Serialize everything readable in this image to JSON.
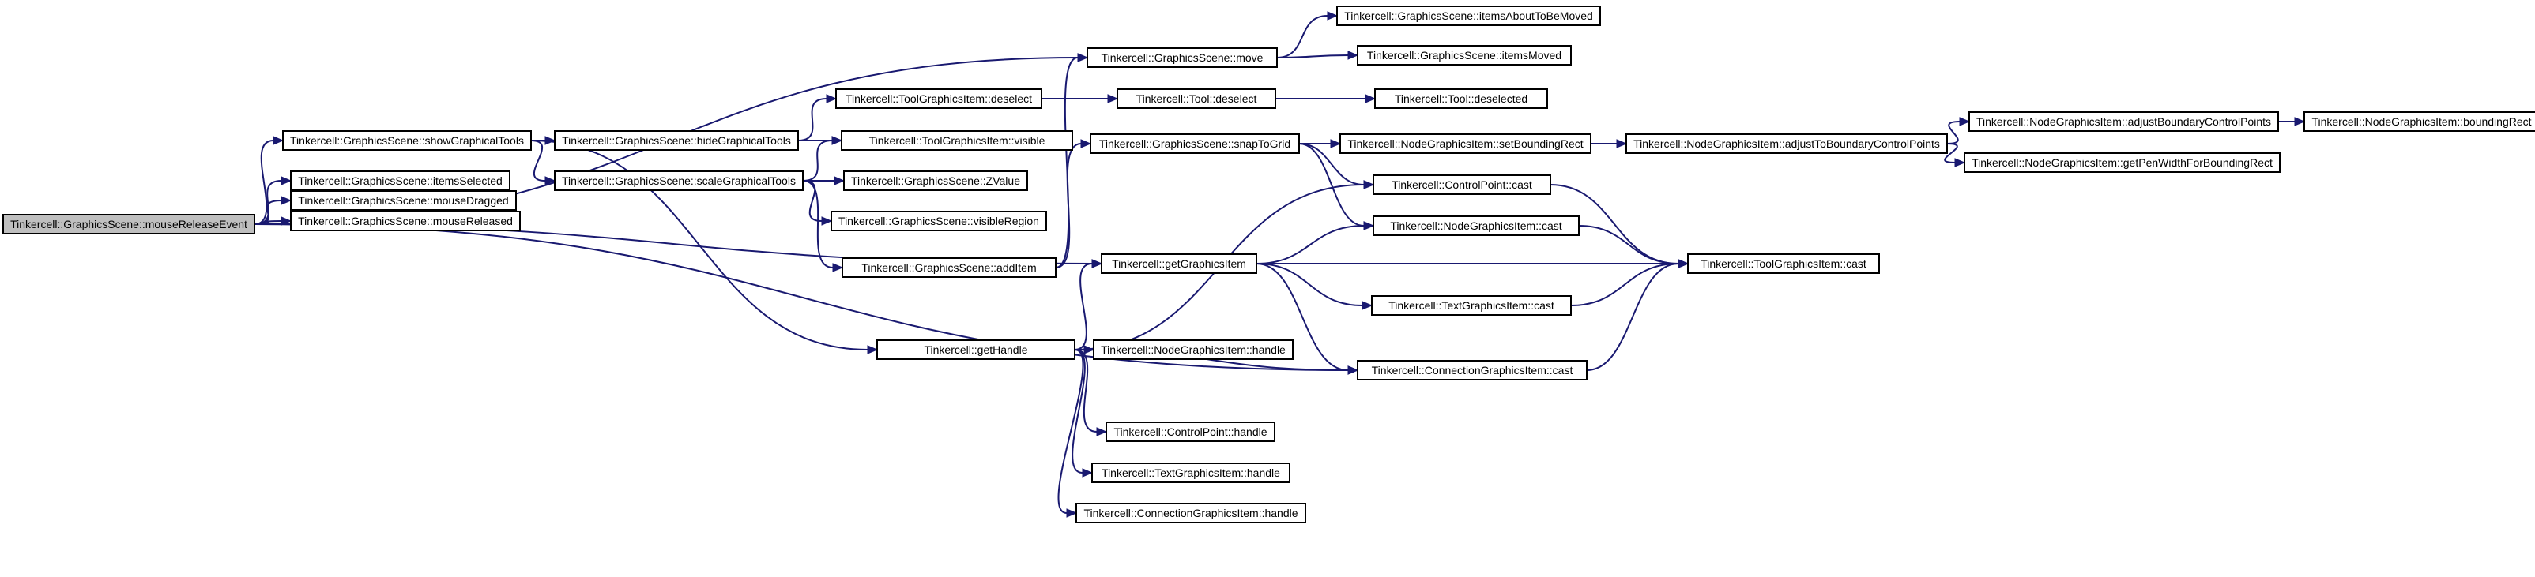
{
  "diagram": {
    "nodes": [
      {
        "id": "mre",
        "label": "Tinkercell::GraphicsScene::mouseReleaseEvent",
        "root": true
      },
      {
        "id": "sgt",
        "label": "Tinkercell::GraphicsScene::showGraphicalTools"
      },
      {
        "id": "its",
        "label": "Tinkercell::GraphicsScene::itemsSelected"
      },
      {
        "id": "mdr",
        "label": "Tinkercell::GraphicsScene::mouseDragged"
      },
      {
        "id": "mrl",
        "label": "Tinkercell::GraphicsScene::mouseReleased"
      },
      {
        "id": "hgt",
        "label": "Tinkercell::GraphicsScene::hideGraphicalTools"
      },
      {
        "id": "scg",
        "label": "Tinkercell::GraphicsScene::scaleGraphicalTools"
      },
      {
        "id": "tgd",
        "label": "Tinkercell::ToolGraphicsItem::deselect"
      },
      {
        "id": "tgv",
        "label": "Tinkercell::ToolGraphicsItem::visible"
      },
      {
        "id": "zv",
        "label": "Tinkercell::GraphicsScene::ZValue"
      },
      {
        "id": "vr",
        "label": "Tinkercell::GraphicsScene::visibleRegion"
      },
      {
        "id": "ai",
        "label": "Tinkercell::GraphicsScene::addItem"
      },
      {
        "id": "gh",
        "label": "Tinkercell::getHandle"
      },
      {
        "id": "mv",
        "label": "Tinkercell::GraphicsScene::move"
      },
      {
        "id": "iabm",
        "label": "Tinkercell::GraphicsScene::itemsAboutToBeMoved"
      },
      {
        "id": "im",
        "label": "Tinkercell::GraphicsScene::itemsMoved"
      },
      {
        "id": "td",
        "label": "Tinkercell::Tool::deselect"
      },
      {
        "id": "tdd",
        "label": "Tinkercell::Tool::deselected"
      },
      {
        "id": "stg",
        "label": "Tinkercell::GraphicsScene::snapToGrid"
      },
      {
        "id": "gi",
        "label": "Tinkercell::getGraphicsItem"
      },
      {
        "id": "ngh",
        "label": "Tinkercell::NodeGraphicsItem::handle"
      },
      {
        "id": "cph",
        "label": "Tinkercell::ControlPoint::handle"
      },
      {
        "id": "tgh",
        "label": "Tinkercell::TextGraphicsItem::handle"
      },
      {
        "id": "cgh",
        "label": "Tinkercell::ConnectionGraphicsItem::handle"
      },
      {
        "id": "sbr",
        "label": "Tinkercell::NodeGraphicsItem::setBoundingRect"
      },
      {
        "id": "cpc",
        "label": "Tinkercell::ControlPoint::cast"
      },
      {
        "id": "ngc",
        "label": "Tinkercell::NodeGraphicsItem::cast"
      },
      {
        "id": "tgc",
        "label": "Tinkercell::TextGraphicsItem::cast"
      },
      {
        "id": "cgc",
        "label": "Tinkercell::ConnectionGraphicsItem::cast"
      },
      {
        "id": "atb",
        "label": "Tinkercell::NodeGraphicsItem::adjustToBoundaryControlPoints"
      },
      {
        "id": "tic",
        "label": "Tinkercell::ToolGraphicsItem::cast"
      },
      {
        "id": "abc",
        "label": "Tinkercell::NodeGraphicsItem::adjustBoundaryControlPoints"
      },
      {
        "id": "gpw",
        "label": "Tinkercell::NodeGraphicsItem::getPenWidthForBoundingRect"
      },
      {
        "id": "br",
        "label": "Tinkercell::NodeGraphicsItem::boundingRect"
      }
    ],
    "edges": [
      [
        "mre",
        "mv"
      ],
      [
        "mre",
        "sgt"
      ],
      [
        "mre",
        "its"
      ],
      [
        "mre",
        "mdr"
      ],
      [
        "mre",
        "mrl"
      ],
      [
        "mre",
        "gi"
      ],
      [
        "mre",
        "cgc"
      ],
      [
        "sgt",
        "hgt"
      ],
      [
        "sgt",
        "scg"
      ],
      [
        "sgt",
        "gh"
      ],
      [
        "hgt",
        "tgd"
      ],
      [
        "hgt",
        "tgv"
      ],
      [
        "scg",
        "tgv"
      ],
      [
        "scg",
        "zv"
      ],
      [
        "scg",
        "vr"
      ],
      [
        "scg",
        "ai"
      ],
      [
        "tgd",
        "td"
      ],
      [
        "td",
        "tdd"
      ],
      [
        "ai",
        "mv"
      ],
      [
        "ai",
        "stg"
      ],
      [
        "mv",
        "iabm"
      ],
      [
        "mv",
        "im"
      ],
      [
        "stg",
        "sbr"
      ],
      [
        "stg",
        "cpc"
      ],
      [
        "stg",
        "ngc"
      ],
      [
        "sbr",
        "atb"
      ],
      [
        "atb",
        "abc"
      ],
      [
        "atb",
        "gpw"
      ],
      [
        "abc",
        "br"
      ],
      [
        "gh",
        "gi"
      ],
      [
        "gh",
        "cpc"
      ],
      [
        "gh",
        "ngh"
      ],
      [
        "gh",
        "cgc"
      ],
      [
        "gh",
        "cph"
      ],
      [
        "gh",
        "tgh"
      ],
      [
        "gh",
        "cgh"
      ],
      [
        "gi",
        "ngc"
      ],
      [
        "gi",
        "tic"
      ],
      [
        "gi",
        "tgc"
      ],
      [
        "gi",
        "cgc"
      ],
      [
        "cpc",
        "tic"
      ],
      [
        "ngc",
        "tic"
      ],
      [
        "tgc",
        "tic"
      ],
      [
        "cgc",
        "tic"
      ]
    ]
  }
}
